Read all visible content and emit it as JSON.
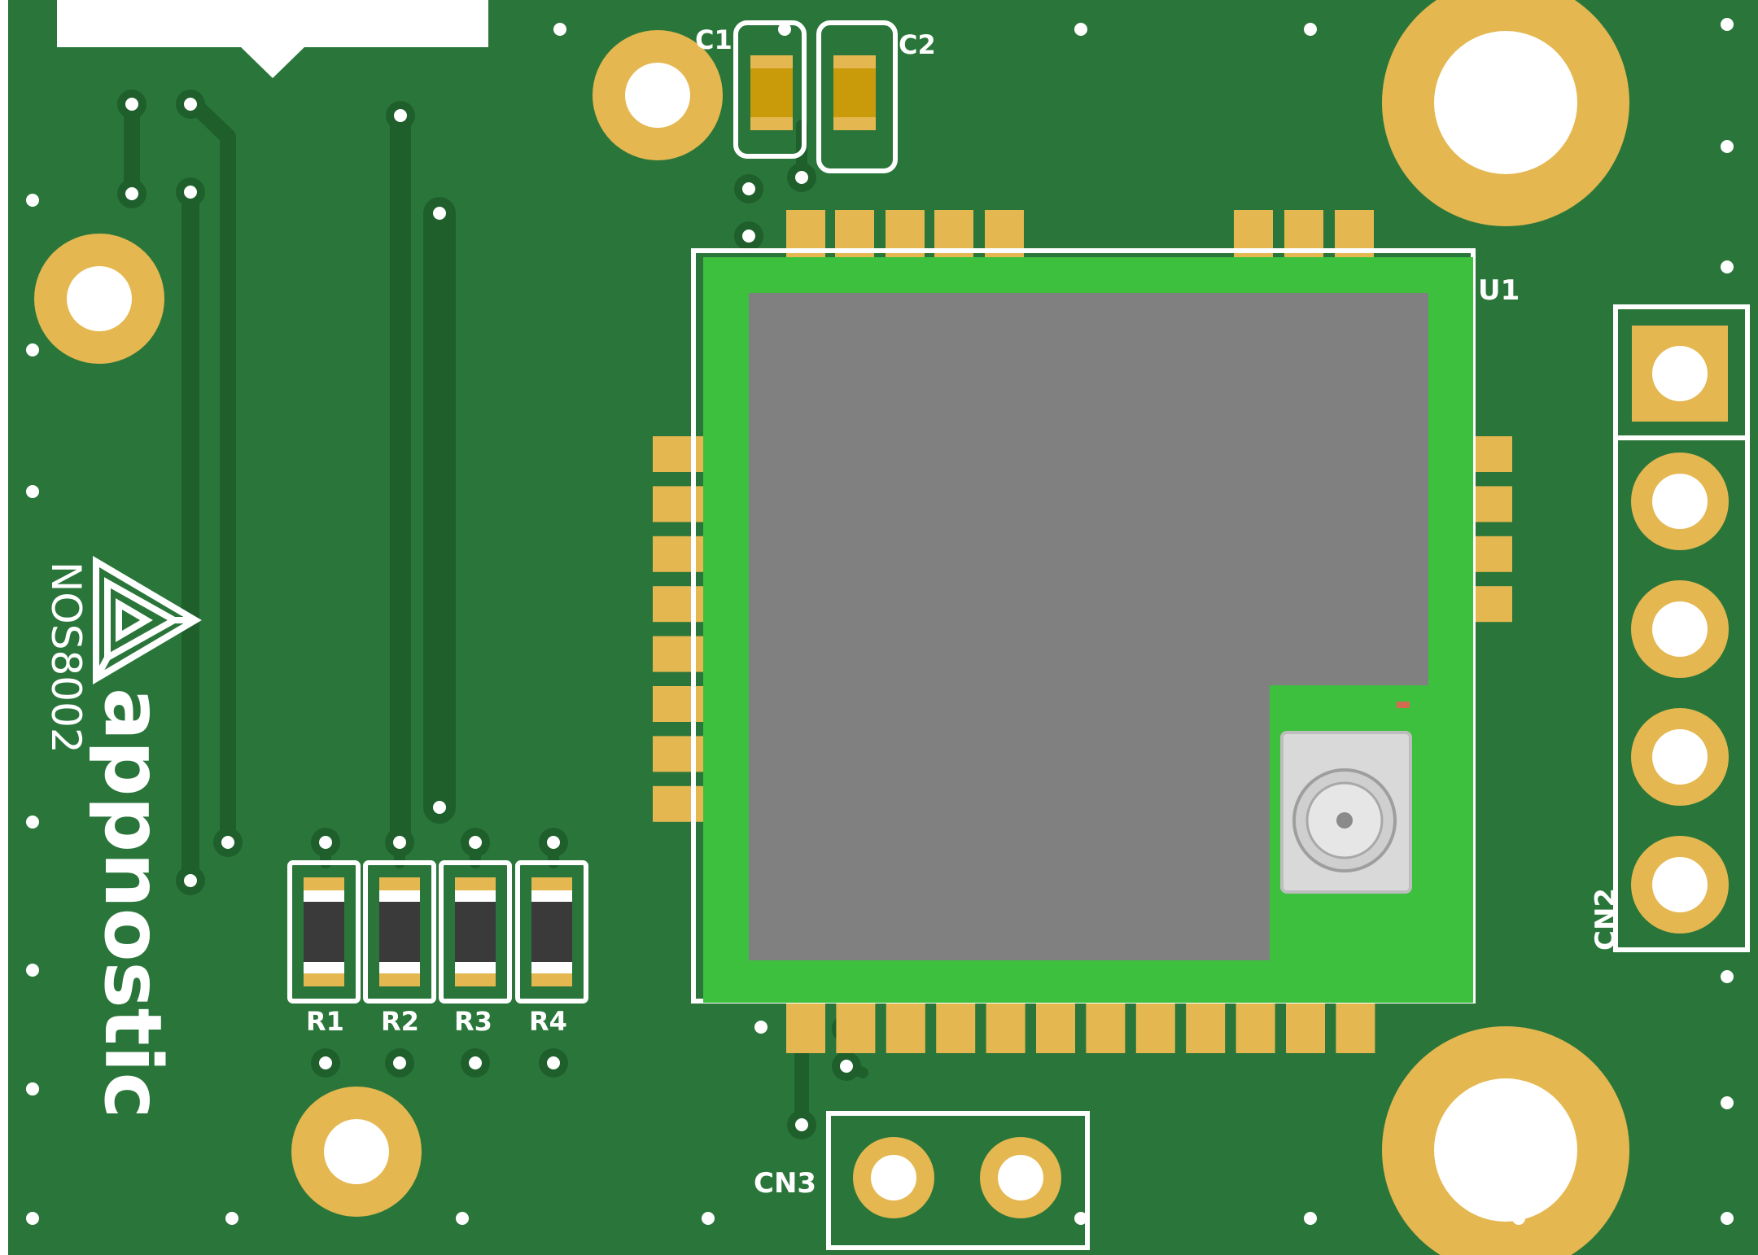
{
  "colors": {
    "board": "#2A763A",
    "trace": "#1E5F2C",
    "copper": "#E4B750",
    "silkscreen": "#FFFFFF",
    "module_pcb": "#3CC03E",
    "shield": "#808080",
    "resistor_body": "#3A3A3A",
    "capacitor_body": "#C99A0A"
  },
  "labels": {
    "c1": "C1",
    "c2": "C2",
    "u1": "U1",
    "cn2": "CN2",
    "cn3": "CN3",
    "r1": "R1",
    "r2": "R2",
    "r3": "R3",
    "r4": "R4"
  },
  "branding": {
    "logo_icon": "appnostic-triangle-logo",
    "wordmark": "appnostic",
    "model": "NOS8002"
  },
  "components": {
    "module": "U1",
    "antenna_connector": "u.fl-connector",
    "pin_header_cn2_pins": 5,
    "connector_cn3_pins": 2
  }
}
